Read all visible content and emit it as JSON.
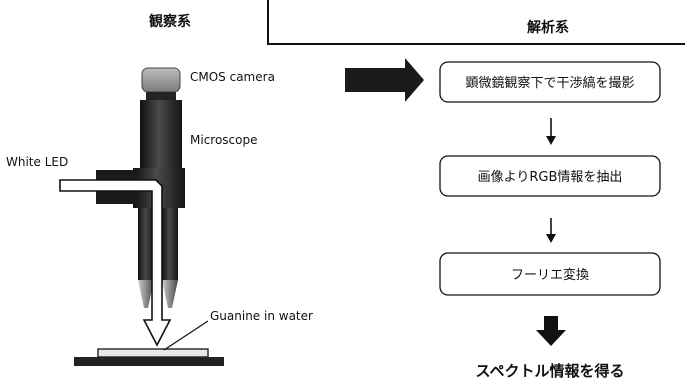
{
  "observation_system": {
    "title": "観察系",
    "camera_label": "CMOS  camera",
    "microscope_label": "Microscope",
    "led_label": "White LED",
    "sample_label": "Guanine in water"
  },
  "analysis_system": {
    "title": "解析系",
    "steps": [
      "顕微鏡観察下で干渉縞を撮影",
      "画像よりRGB情報を抽出",
      "フーリエ変換"
    ],
    "result": "スペクトル情報を得る"
  }
}
